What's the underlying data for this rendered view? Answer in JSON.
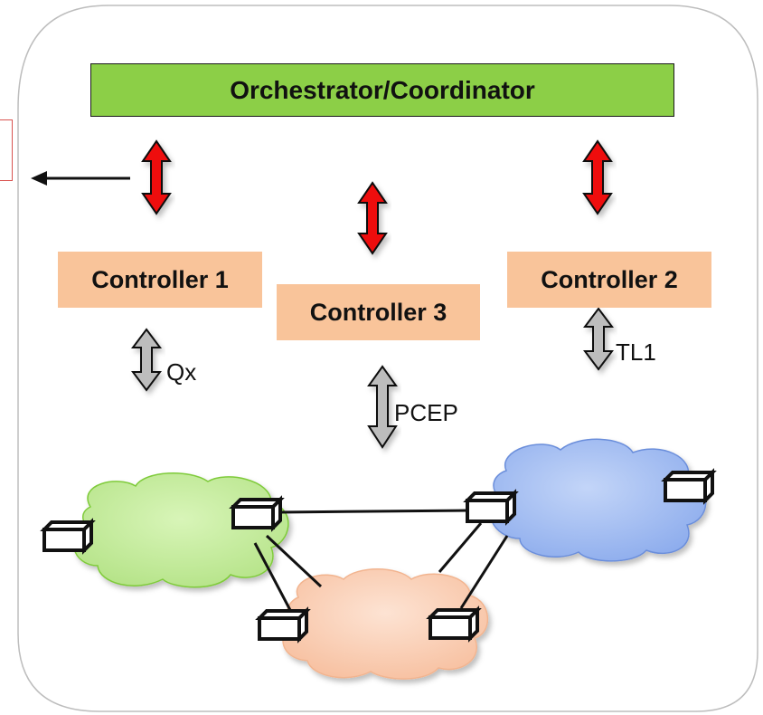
{
  "orchestrator": {
    "label": "Orchestrator/Coordinator"
  },
  "controllers": [
    {
      "id": "c1",
      "label": "Controller 1"
    },
    {
      "id": "c3",
      "label": "Controller 3"
    },
    {
      "id": "c2",
      "label": "Controller 2"
    }
  ],
  "protocols": {
    "qx": "Qx",
    "pcep": "PCEP",
    "tl1": "TL1"
  },
  "colors": {
    "orchestrator_fill": "#8ccf47",
    "controller_fill": "#f9c49a",
    "red_arrow": "#ee1111",
    "gray_arrow": "#bdbdbd",
    "cloud_green": "#c3ec9c",
    "cloud_blue": "#a3bdf2",
    "cloud_peach": "#f9ccb2"
  },
  "icons": [
    "node-box-icon",
    "double-arrow-icon",
    "cloud-domain-icon",
    "left-arrow-icon"
  ]
}
